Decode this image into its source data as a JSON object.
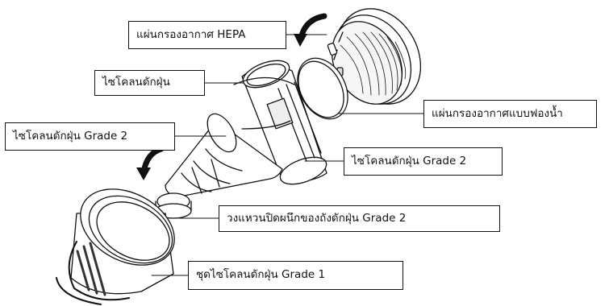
{
  "labels": {
    "hepa": "แผ่นกรองอากาศ HEPA",
    "cyclone": "ไซโคลนดักฝุ่น",
    "foam": "แผ่นกรองอากาศแบบฟองน้ำ",
    "cyclone_g2_left": "ไซโคลนดักฝุ่น Grade 2",
    "cyclone_g2_right": "ไซโคลนดักฝุ่น Grade 2",
    "seal_ring": "วงแหวนปิดผนึกของถังดักฝุ่น Grade 2",
    "cyclone_g1": "ชุดไซโคลนดักฝุ่น Grade 1"
  }
}
